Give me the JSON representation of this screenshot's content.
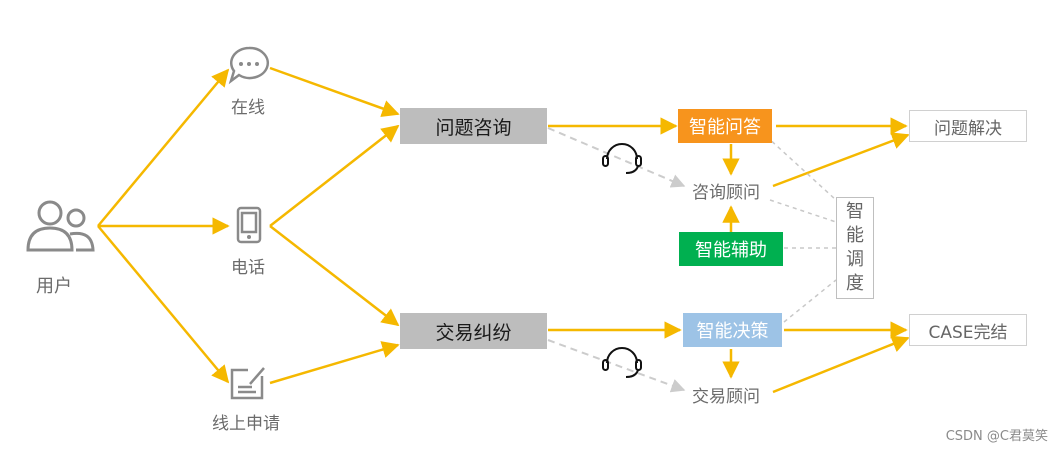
{
  "nodes": {
    "user": "用户",
    "online": "在线",
    "phone": "电话",
    "offline_apply": "线上申请",
    "consult": "问题咨询",
    "dispute": "交易纠纷",
    "smart_qa": "智能问答",
    "consult_advisor": "咨询顾问",
    "smart_assist": "智能辅助",
    "smart_decision": "智能决策",
    "trade_advisor": "交易顾问",
    "problem_solved": "问题解决",
    "case_done": "CASE完结",
    "smart_dispatch": [
      "智",
      "能",
      "调",
      "度"
    ]
  },
  "watermark": "CSDN @C君莫笑",
  "colors": {
    "arrow": "#f5b800",
    "dashed": "#cccccc",
    "qa": "#f7941d",
    "assist": "#00b050",
    "decision": "#9dc3e6",
    "gray_box": "#bdbdbd"
  },
  "icons": [
    "user-group-icon",
    "chat-bubble-icon",
    "phone-icon",
    "edit-form-icon",
    "headset-icon"
  ]
}
